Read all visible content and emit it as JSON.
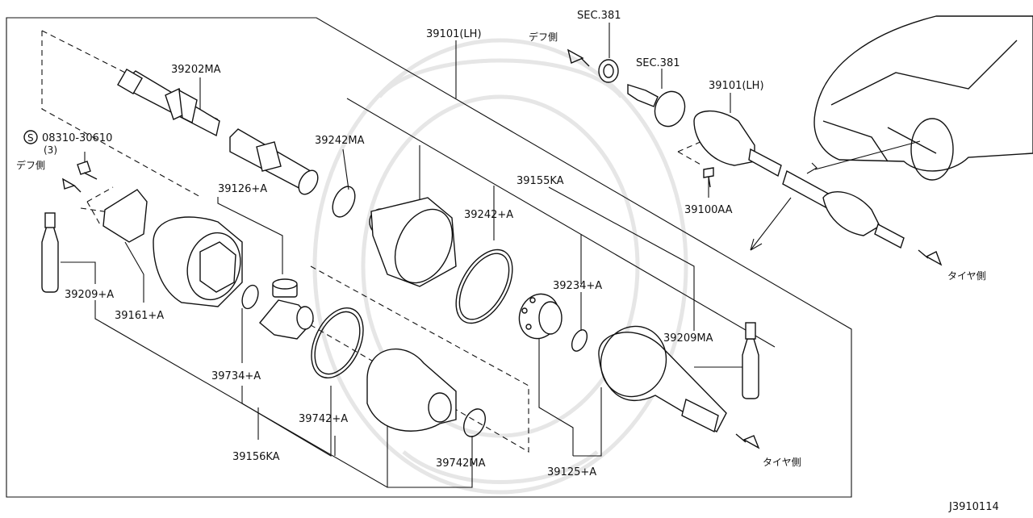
{
  "diagram_id": "J3910114",
  "callouts": {
    "p39101_lh_main": "39101(LH)",
    "p39202MA": "39202MA",
    "p39242MA": "39242MA",
    "p39155KA": "39155KA",
    "p39242A": "39242+A",
    "p39126A": "39126+A",
    "p39209A": "39209+A",
    "p39161A": "39161+A",
    "p39734A": "39734+A",
    "p39742A": "39742+A",
    "p39156KA": "39156KA",
    "p39742MA": "39742MA",
    "p39234A": "39234+A",
    "p39209MA": "39209MA",
    "p39125A": "39125+A",
    "p39100AA": "39100AA",
    "p39101_lh_inset": "39101(LH)",
    "sec381_top": "SEC.381",
    "sec381_mid": "SEC.381",
    "bolt_symbol": "S",
    "bolt_number": "08310-30610",
    "bolt_qty": "(3)"
  },
  "direction_labels": {
    "diff_side_left": "デフ側",
    "diff_side_top": "デフ側",
    "tire_side_bottom": "タイヤ側",
    "tire_side_right": "タイヤ側"
  }
}
